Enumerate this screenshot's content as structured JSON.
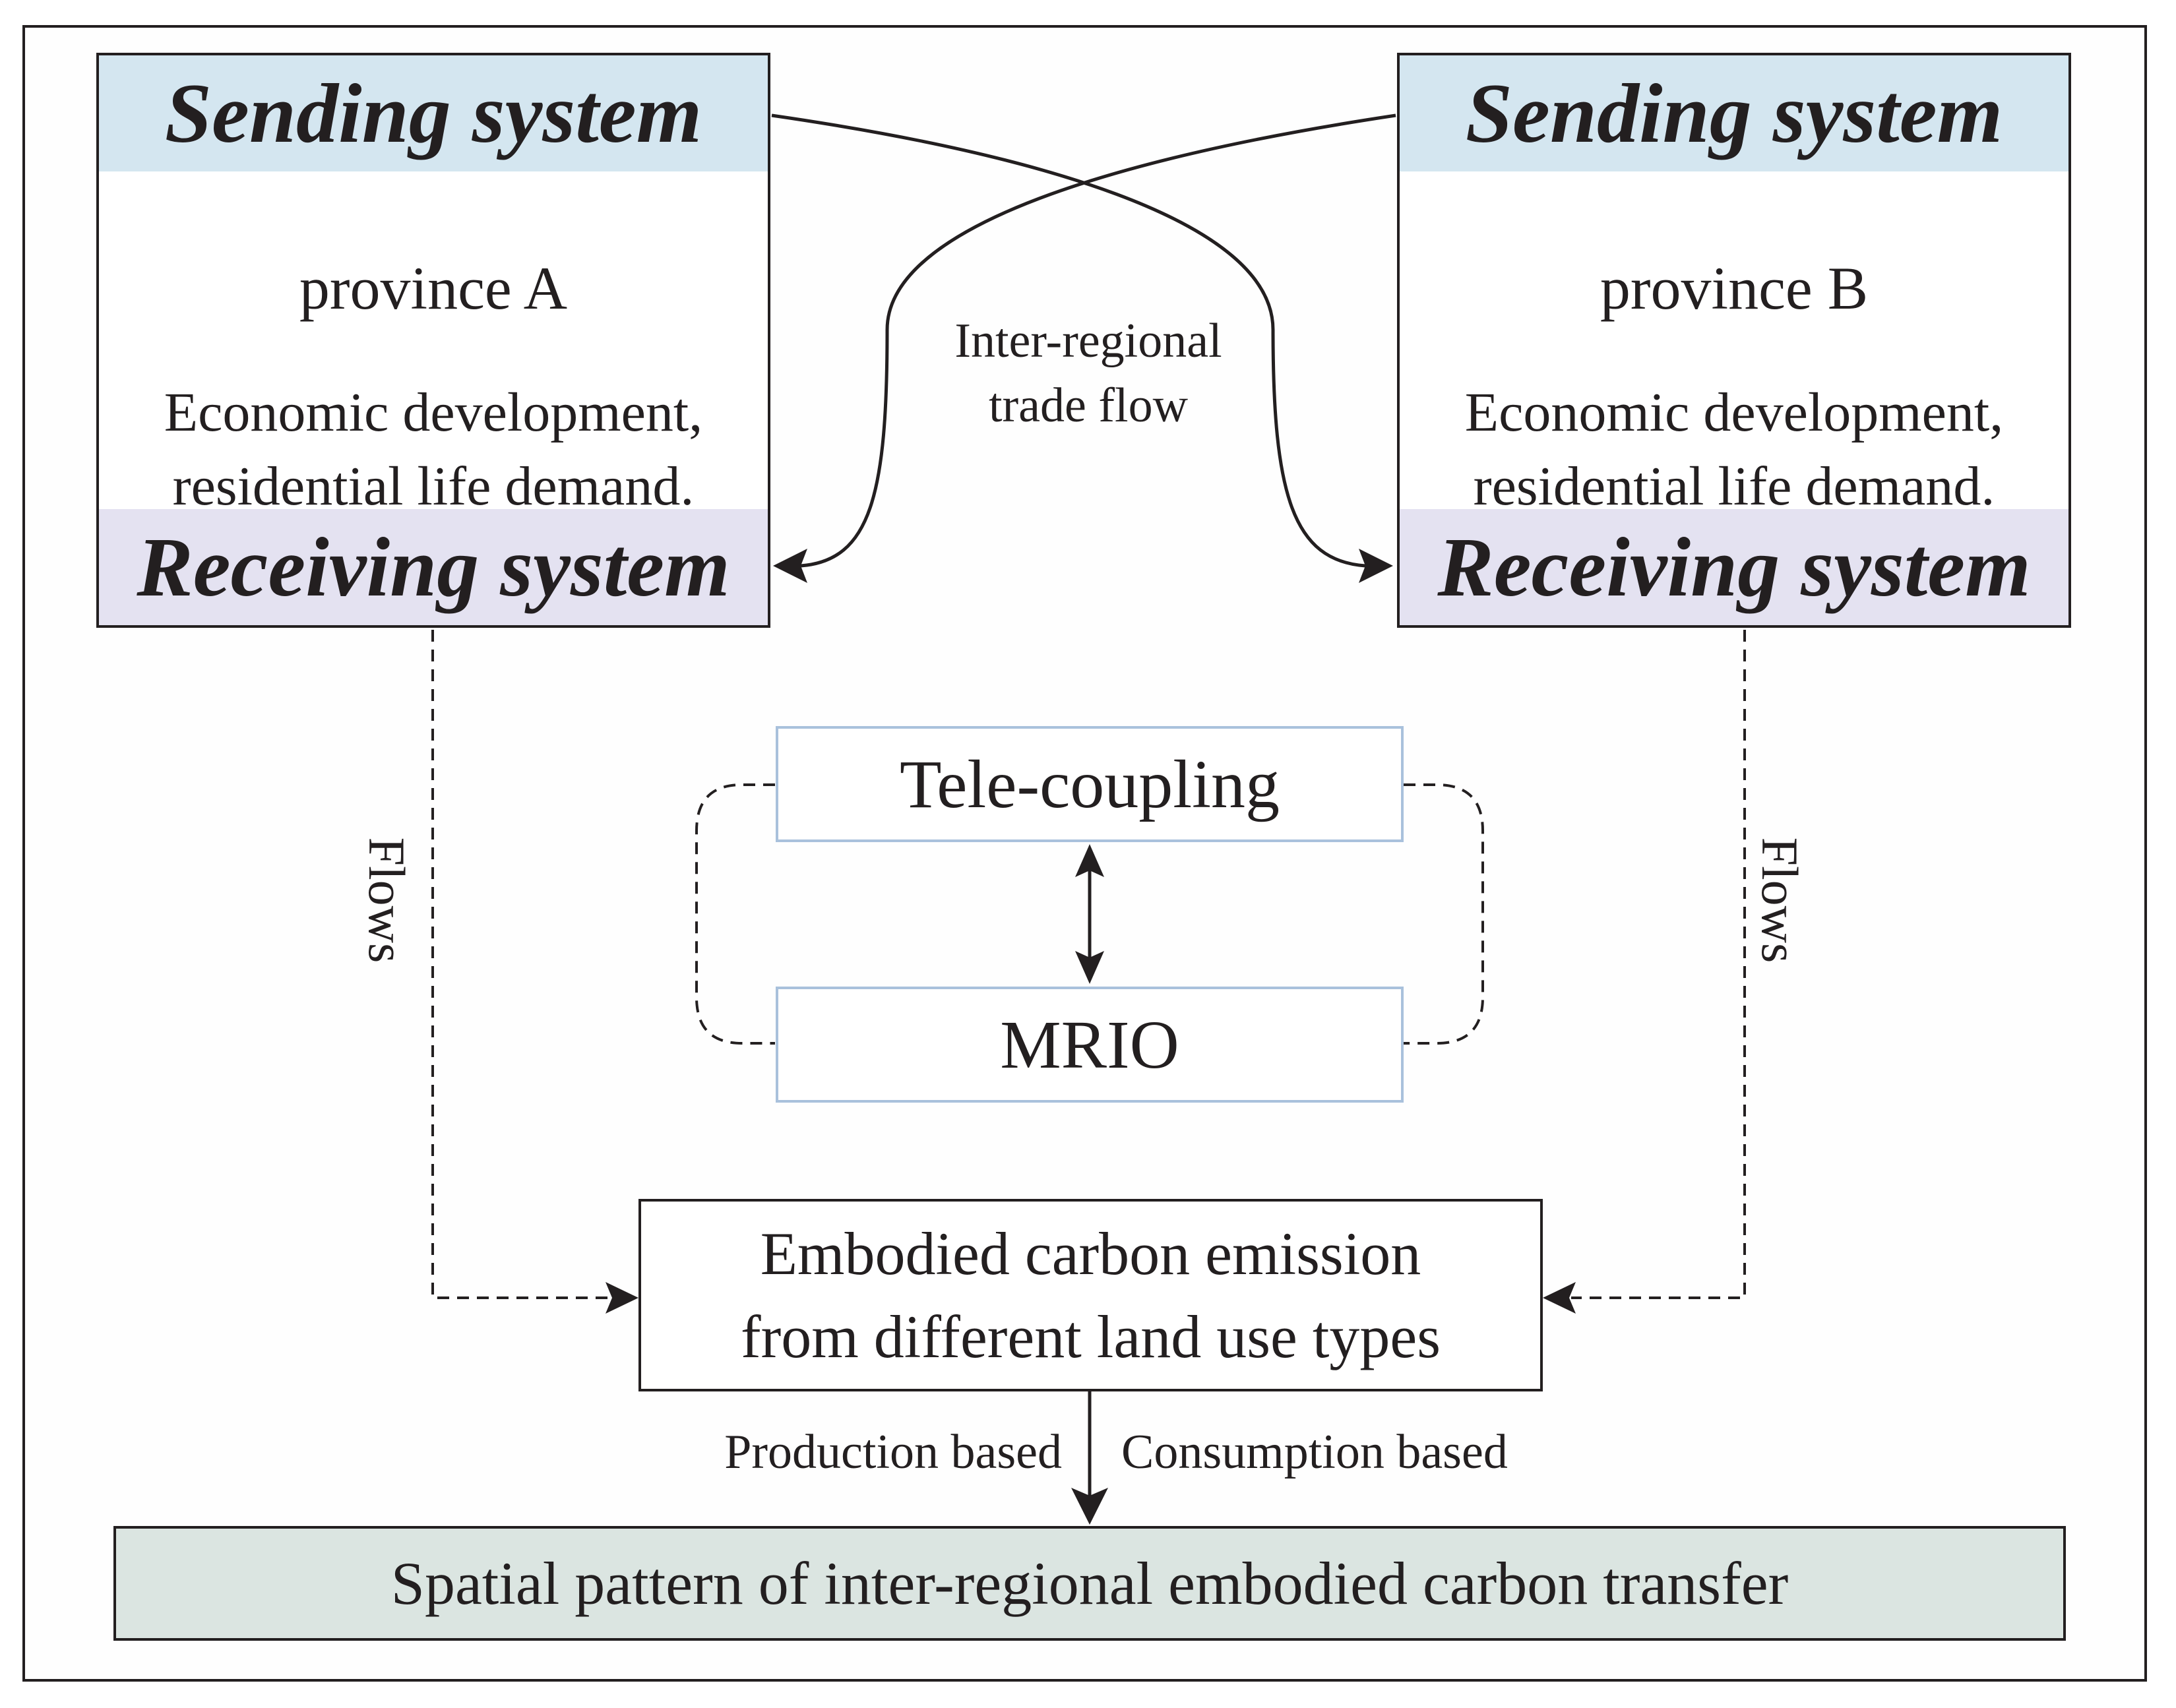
{
  "province_a": {
    "sending_label": "Sending system",
    "name": "province A",
    "description_line1": "Economic development,",
    "description_line2": "residential life demand.",
    "receiving_label": "Receiving system"
  },
  "province_b": {
    "sending_label": "Sending system",
    "name": "province B",
    "description_line1": "Economic development,",
    "description_line2": "residential life demand.",
    "receiving_label": "Receiving system"
  },
  "trade_flow": {
    "line1": "Inter-regional",
    "line2": "trade flow"
  },
  "flows_left": "Flows",
  "flows_right": "Flows",
  "telecoupling": "Tele-coupling",
  "mrio": "MRIO",
  "embodied": {
    "line1": "Embodied carbon emission",
    "line2": "from different land use types"
  },
  "production_based": "Production based",
  "consumption_based": "Consumption based",
  "result": "Spatial pattern of inter-regional embodied carbon transfer",
  "colors": {
    "ink": "#231f20",
    "sending_band": "#d4e6f0",
    "receiving_band": "#e4e2f1",
    "method_border": "#a9c1dc",
    "result_fill": "#dbe5e1"
  }
}
